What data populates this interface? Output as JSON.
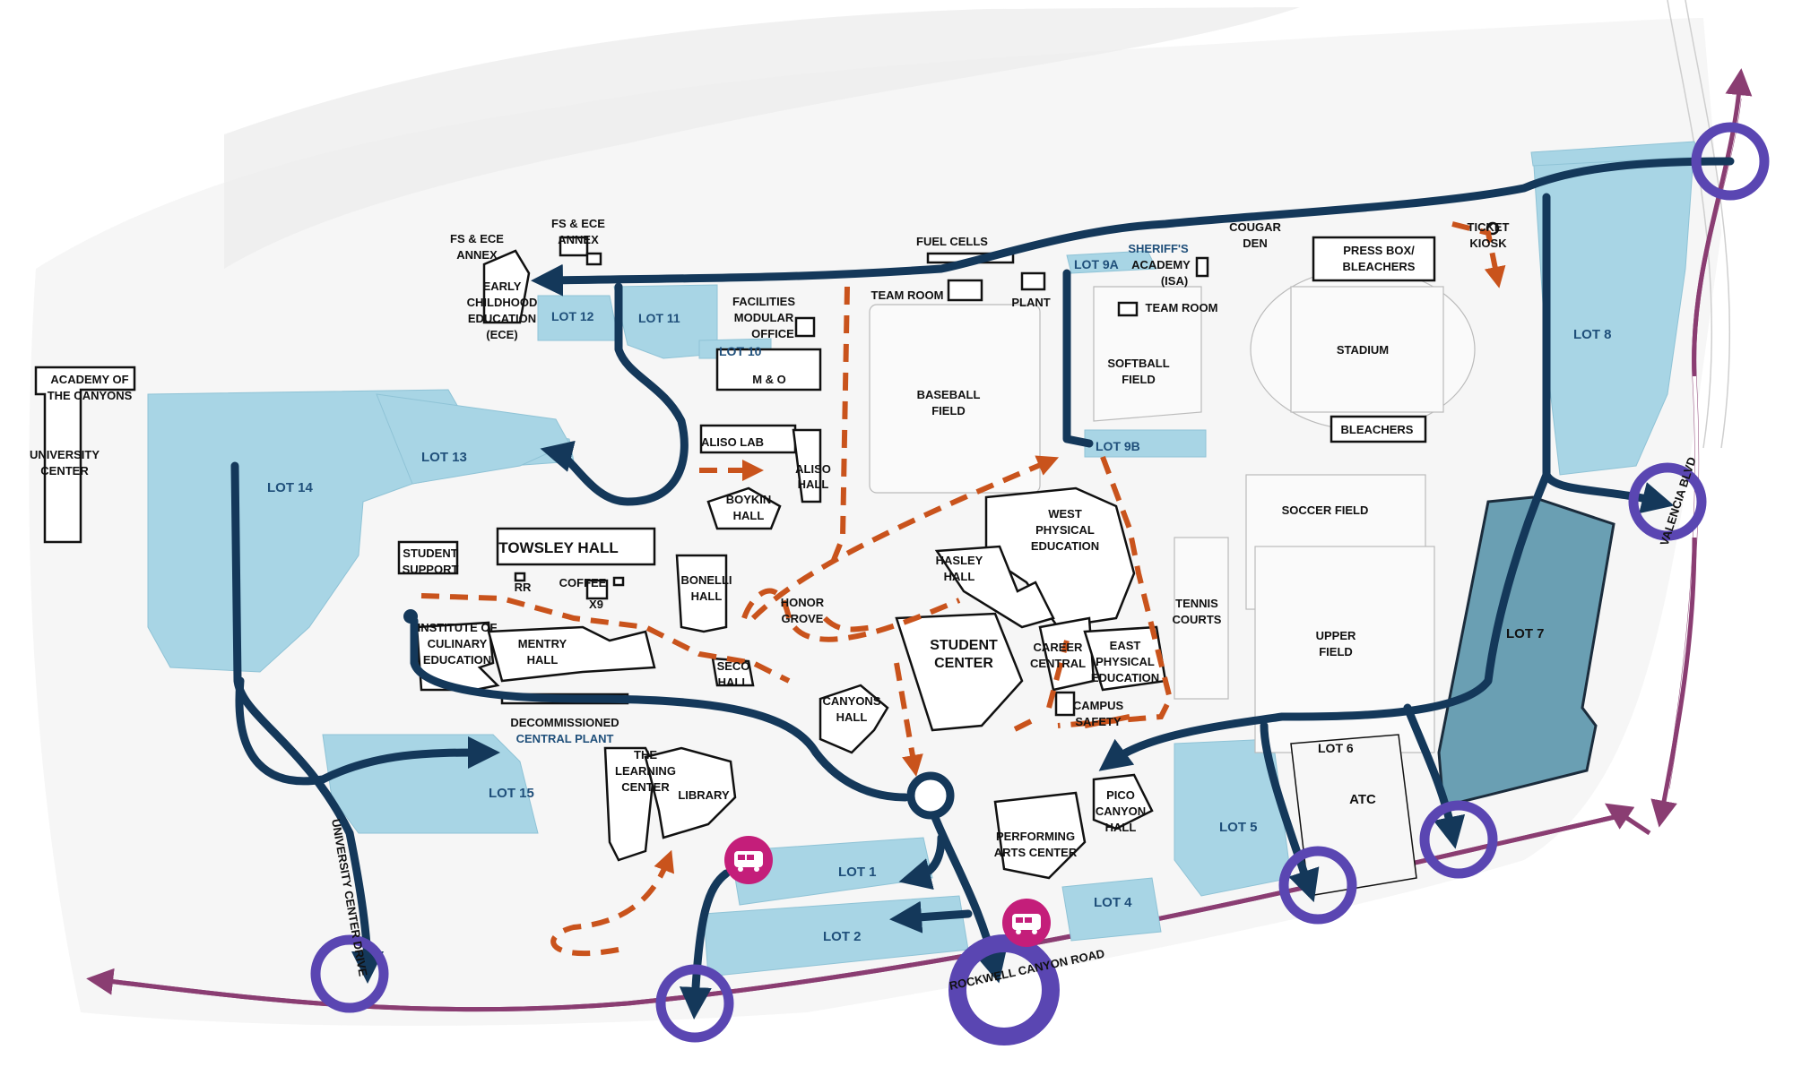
{
  "map": {
    "colors": {
      "parking": "#a8d5e5",
      "parking_lot7": "#6a9fb3",
      "vehicle_route": "#14385a",
      "pedestrian_route": "#c9531c",
      "arterial_road": "#8a3d72",
      "entry_circle": "#5a46b2",
      "bus_stop": "#c41e7a"
    },
    "lots": {
      "lot1": "LOT 1",
      "lot2": "LOT 2",
      "lot4": "LOT 4",
      "lot5": "LOT 5",
      "lot6": "LOT 6",
      "lot7": "LOT 7",
      "lot8": "LOT 8",
      "lot9a": "LOT 9A",
      "lot9b": "LOT 9B",
      "lot10": "LOT 10",
      "lot11": "LOT 11",
      "lot12": "LOT 12",
      "lot13": "LOT 13",
      "lot14": "LOT 14",
      "lot15": "LOT 15"
    },
    "buildings": {
      "academy1": "ACADEMY OF",
      "academy2": "THE CANYONS",
      "university1": "UNIVERSITY",
      "university2": "CENTER",
      "fsece1a": "FS & ECE",
      "fsece1b": "ANNEX",
      "fsece2a": "FS & ECE",
      "fsece2b": "ANNEX",
      "ece1": "EARLY",
      "ece2": "CHILDHOOD",
      "ece3": "EDUCATION",
      "ece4": "(ECE)",
      "facilities1": "FACILITIES",
      "facilities2": "MODULAR",
      "facilities3": "OFFICE",
      "mo": "M & O",
      "fuelcells": "FUEL CELLS",
      "teamroom1": "TEAM ROOM",
      "plant": "PLANT",
      "sheriff1": "SHERIFF'S",
      "sheriff2": "ACADEMY",
      "sheriff3": "(ISA)",
      "cougar1": "COUGAR",
      "cougar2": "DEN",
      "pressbox1": "PRESS BOX/",
      "pressbox2": "BLEACHERS",
      "ticket1": "TICKET",
      "ticket2": "KIOSK",
      "teamroom2": "TEAM ROOM",
      "softball1": "SOFTBALL",
      "softball2": "FIELD",
      "stadium": "STADIUM",
      "baseball1": "BASEBALL",
      "baseball2": "FIELD",
      "bleachers": "BLEACHERS",
      "alisolab": "ALISO LAB",
      "alisohall1": "ALISO",
      "alisohall2": "HALL",
      "boykin1": "BOYKIN",
      "boykin2": "HALL",
      "westpe1": "WEST",
      "westpe2": "PHYSICAL",
      "westpe3": "EDUCATION",
      "soccer": "SOCCER FIELD",
      "studentsupport1": "STUDENT",
      "studentsupport2": "SUPPORT",
      "towsley": "TOWSLEY HALL",
      "rr": "RR",
      "coffee": "COFFEE",
      "x9": "X9",
      "bonelli1": "BONELLI",
      "bonelli2": "HALL",
      "honor1": "HONOR",
      "honor2": "GROVE",
      "hasley1": "HASLEY",
      "hasley2": "HALL",
      "tennis1": "TENNIS",
      "tennis2": "COURTS",
      "institute1": "INSTITUTE OF",
      "institute2": "CULINARY",
      "institute3": "EDUCATION",
      "mentry1": "MENTRY",
      "mentry2": "HALL",
      "seco1": "SECO",
      "seco2": "HALL",
      "studentcenter1": "STUDENT",
      "studentcenter2": "CENTER",
      "career1": "CAREER",
      "career2": "CENTRAL",
      "eastpe1": "EAST",
      "eastpe2": "PHYSICAL",
      "eastpe3": "EDUCATION",
      "upper1": "UPPER",
      "upper2": "FIELD",
      "canyons1": "CANYONS",
      "canyons2": "HALL",
      "campussafety1": "CAMPUS",
      "campussafety2": "SAFETY",
      "decom1": "DECOMMISSIONED",
      "decom2": "CENTRAL PLANT",
      "learning1": "THE",
      "learning2": "LEARNING",
      "learning3": "CENTER",
      "library": "LIBRARY",
      "performing1": "PERFORMING",
      "performing2": "ARTS CENTER",
      "pico1": "PICO",
      "pico2": "CANYON",
      "pico3": "HALL",
      "atc": "ATC"
    },
    "roads": {
      "rockwell": "ROCKWELL CANYON ROAD",
      "university_center": "UNIVERSITY CENTER DRIVE",
      "right_road": "VALENCIA BLVD"
    },
    "icons": {
      "bus_stop": "bus-icon",
      "entry": "entry-circle-icon",
      "roundabout": "roundabout-icon"
    }
  }
}
